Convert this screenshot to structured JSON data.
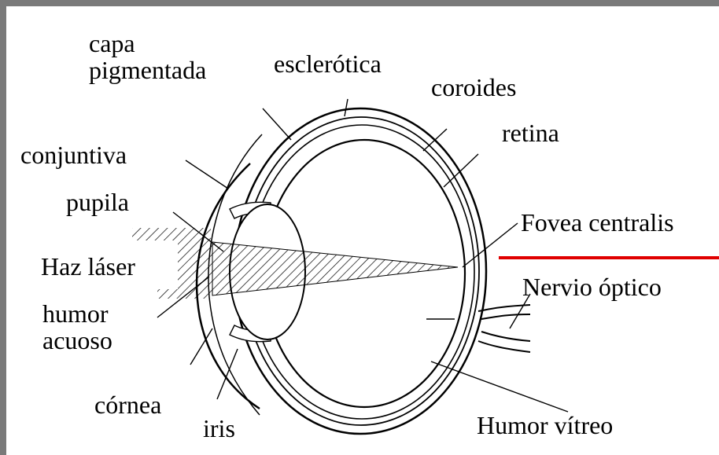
{
  "labels": {
    "capa_pigmentada": "capa\npigmentada",
    "esclerotica": "esclerótica",
    "coroides": "coroides",
    "retina": "retina",
    "conjuntiva": "conjuntiva",
    "pupila": "pupila",
    "fovea_centralis": "Fovea centralis",
    "haz_laser": "Haz láser",
    "nervio_optico": "Nervio óptico",
    "humor_acuoso": "humor\nacuoso",
    "cornea": "córnea",
    "iris": "iris",
    "humor_vitreo": "Humor vítreo"
  },
  "colors": {
    "frame": "#7a7a7a",
    "ink": "#000000",
    "highlight_line": "#e00000"
  }
}
